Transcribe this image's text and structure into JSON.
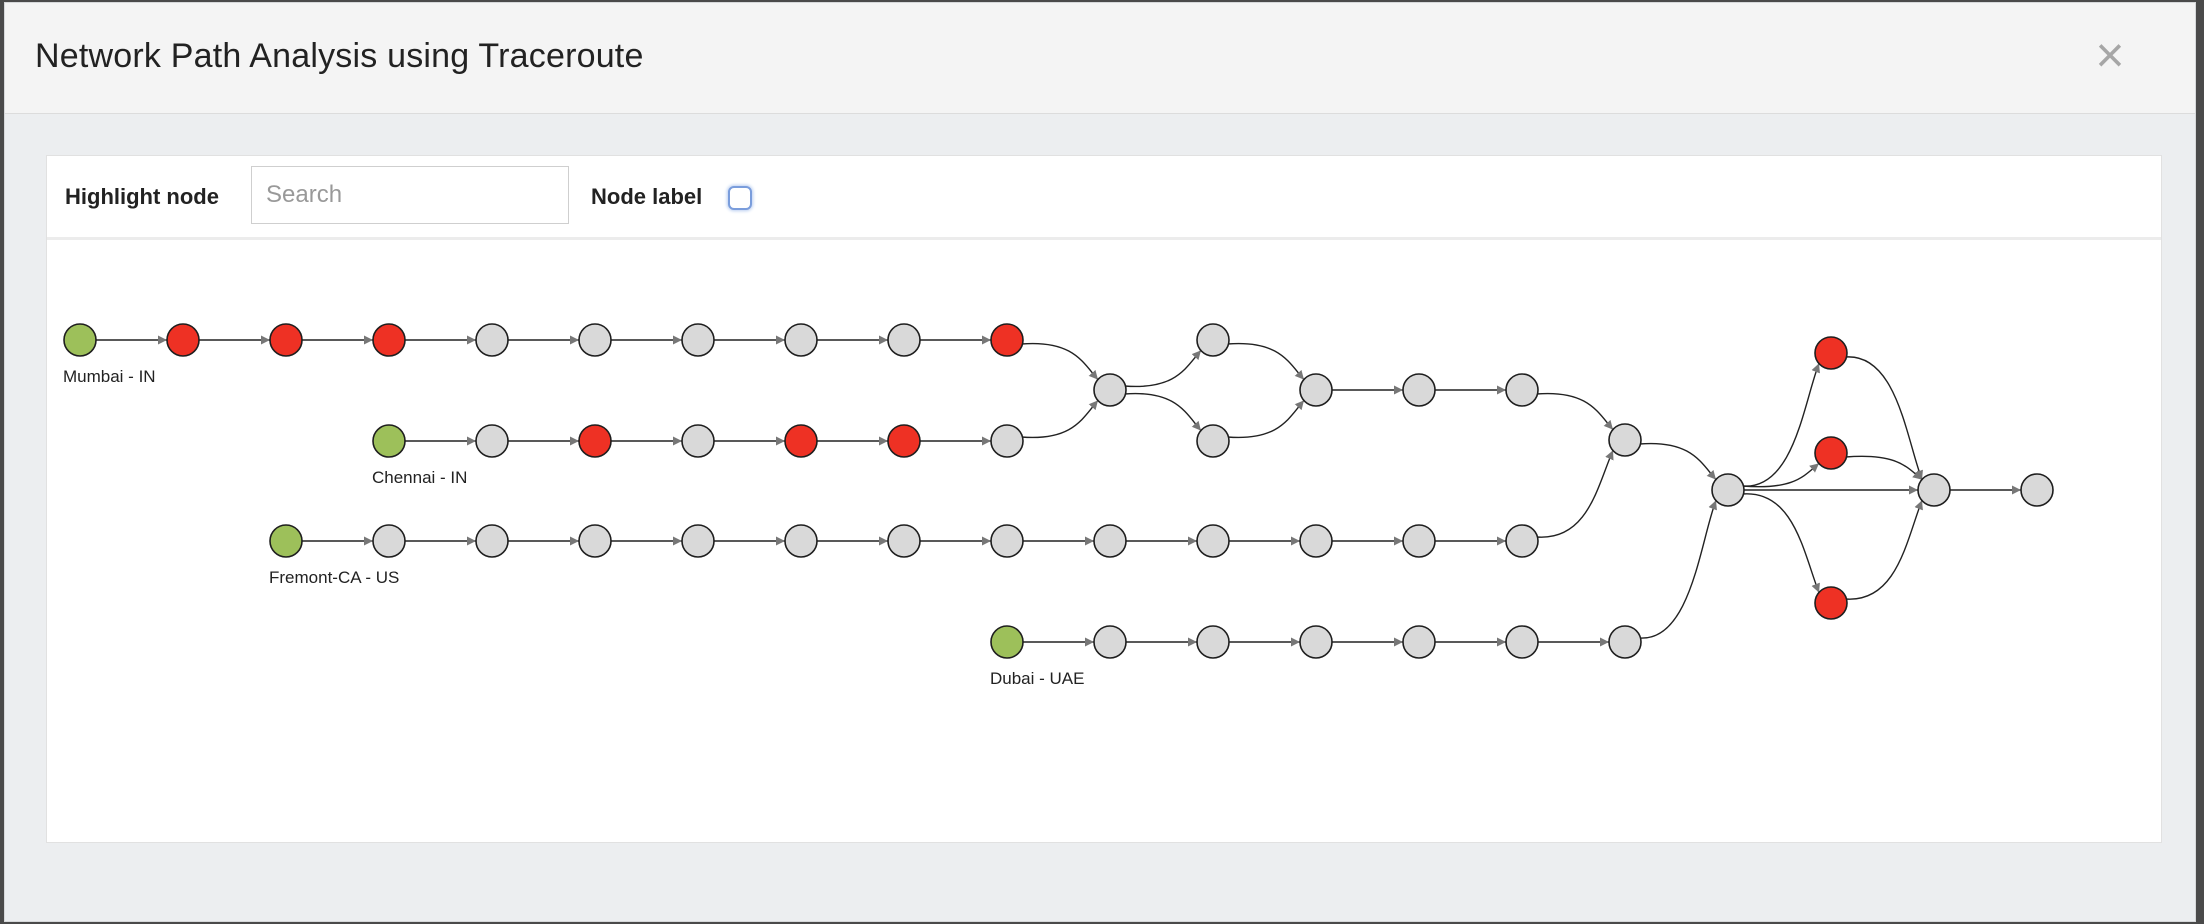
{
  "modal": {
    "title": "Network Path Analysis using Traceroute",
    "close_glyph": "×",
    "close_icon": "close-icon"
  },
  "toolbar": {
    "highlight_label": "Highlight node",
    "search_placeholder": "Search",
    "search_value": "",
    "node_label_text": "Node label",
    "node_label_checked": false
  },
  "colors": {
    "source": "#9dc05a",
    "alert": "#ee3124",
    "normal": "#d9d9d9",
    "edge": "#222222",
    "arrow": "#777777"
  },
  "graph": {
    "nodes": [
      {
        "id": "m0",
        "type": "source",
        "label": "Mumbai - IN"
      },
      {
        "id": "m1",
        "type": "alert"
      },
      {
        "id": "m2",
        "type": "alert"
      },
      {
        "id": "m3",
        "type": "alert"
      },
      {
        "id": "m4",
        "type": "normal"
      },
      {
        "id": "m5",
        "type": "normal"
      },
      {
        "id": "m6",
        "type": "normal"
      },
      {
        "id": "m7",
        "type": "normal"
      },
      {
        "id": "m8",
        "type": "normal"
      },
      {
        "id": "m9",
        "type": "alert"
      },
      {
        "id": "c0",
        "type": "source",
        "label": "Chennai - IN"
      },
      {
        "id": "c1",
        "type": "normal"
      },
      {
        "id": "c2",
        "type": "alert"
      },
      {
        "id": "c3",
        "type": "normal"
      },
      {
        "id": "c4",
        "type": "alert"
      },
      {
        "id": "c5",
        "type": "alert"
      },
      {
        "id": "c6",
        "type": "normal"
      },
      {
        "id": "j1",
        "type": "normal"
      },
      {
        "id": "u1",
        "type": "normal"
      },
      {
        "id": "d1",
        "type": "normal"
      },
      {
        "id": "j2",
        "type": "normal"
      },
      {
        "id": "k1",
        "type": "normal"
      },
      {
        "id": "k2",
        "type": "normal"
      },
      {
        "id": "f0",
        "type": "source",
        "label": "Fremont-CA - US"
      },
      {
        "id": "f1",
        "type": "normal"
      },
      {
        "id": "f2",
        "type": "normal"
      },
      {
        "id": "f3",
        "type": "normal"
      },
      {
        "id": "f4",
        "type": "normal"
      },
      {
        "id": "f5",
        "type": "normal"
      },
      {
        "id": "f6",
        "type": "normal"
      },
      {
        "id": "f7",
        "type": "normal"
      },
      {
        "id": "f8",
        "type": "normal"
      },
      {
        "id": "f9",
        "type": "normal"
      },
      {
        "id": "f10",
        "type": "normal"
      },
      {
        "id": "f11",
        "type": "normal"
      },
      {
        "id": "f12",
        "type": "normal"
      },
      {
        "id": "j3",
        "type": "normal"
      },
      {
        "id": "j4",
        "type": "normal"
      },
      {
        "id": "d0",
        "type": "source",
        "label": "Dubai - UAE"
      },
      {
        "id": "e1",
        "type": "normal"
      },
      {
        "id": "e2",
        "type": "normal"
      },
      {
        "id": "e3",
        "type": "normal"
      },
      {
        "id": "e4",
        "type": "normal"
      },
      {
        "id": "e5",
        "type": "normal"
      },
      {
        "id": "e6",
        "type": "normal"
      },
      {
        "id": "r1",
        "type": "alert"
      },
      {
        "id": "r2",
        "type": "alert"
      },
      {
        "id": "r3",
        "type": "alert"
      },
      {
        "id": "j5",
        "type": "normal"
      },
      {
        "id": "end",
        "type": "normal"
      }
    ],
    "edges": [
      [
        "m0",
        "m1"
      ],
      [
        "m1",
        "m2"
      ],
      [
        "m2",
        "m3"
      ],
      [
        "m3",
        "m4"
      ],
      [
        "m4",
        "m5"
      ],
      [
        "m5",
        "m6"
      ],
      [
        "m6",
        "m7"
      ],
      [
        "m7",
        "m8"
      ],
      [
        "m8",
        "m9"
      ],
      [
        "m9",
        "j1"
      ],
      [
        "c0",
        "c1"
      ],
      [
        "c1",
        "c2"
      ],
      [
        "c2",
        "c3"
      ],
      [
        "c3",
        "c4"
      ],
      [
        "c4",
        "c5"
      ],
      [
        "c5",
        "c6"
      ],
      [
        "c6",
        "j1"
      ],
      [
        "j1",
        "u1"
      ],
      [
        "j1",
        "d1"
      ],
      [
        "u1",
        "j2"
      ],
      [
        "d1",
        "j2"
      ],
      [
        "j2",
        "k1"
      ],
      [
        "k1",
        "k2"
      ],
      [
        "k2",
        "j3"
      ],
      [
        "f0",
        "f1"
      ],
      [
        "f1",
        "f2"
      ],
      [
        "f2",
        "f3"
      ],
      [
        "f3",
        "f4"
      ],
      [
        "f4",
        "f5"
      ],
      [
        "f5",
        "f6"
      ],
      [
        "f6",
        "f7"
      ],
      [
        "f7",
        "f8"
      ],
      [
        "f8",
        "f9"
      ],
      [
        "f9",
        "f10"
      ],
      [
        "f10",
        "f11"
      ],
      [
        "f11",
        "f12"
      ],
      [
        "f12",
        "j3"
      ],
      [
        "j3",
        "j4"
      ],
      [
        "d0",
        "e1"
      ],
      [
        "e1",
        "e2"
      ],
      [
        "e2",
        "e3"
      ],
      [
        "e3",
        "e4"
      ],
      [
        "e4",
        "e5"
      ],
      [
        "e5",
        "e6"
      ],
      [
        "e6",
        "j4"
      ],
      [
        "j4",
        "r1"
      ],
      [
        "j4",
        "r2"
      ],
      [
        "j4",
        "r3"
      ],
      [
        "j4",
        "j5"
      ],
      [
        "r1",
        "j5"
      ],
      [
        "r2",
        "j5"
      ],
      [
        "r3",
        "j5"
      ],
      [
        "j5",
        "end"
      ]
    ]
  }
}
